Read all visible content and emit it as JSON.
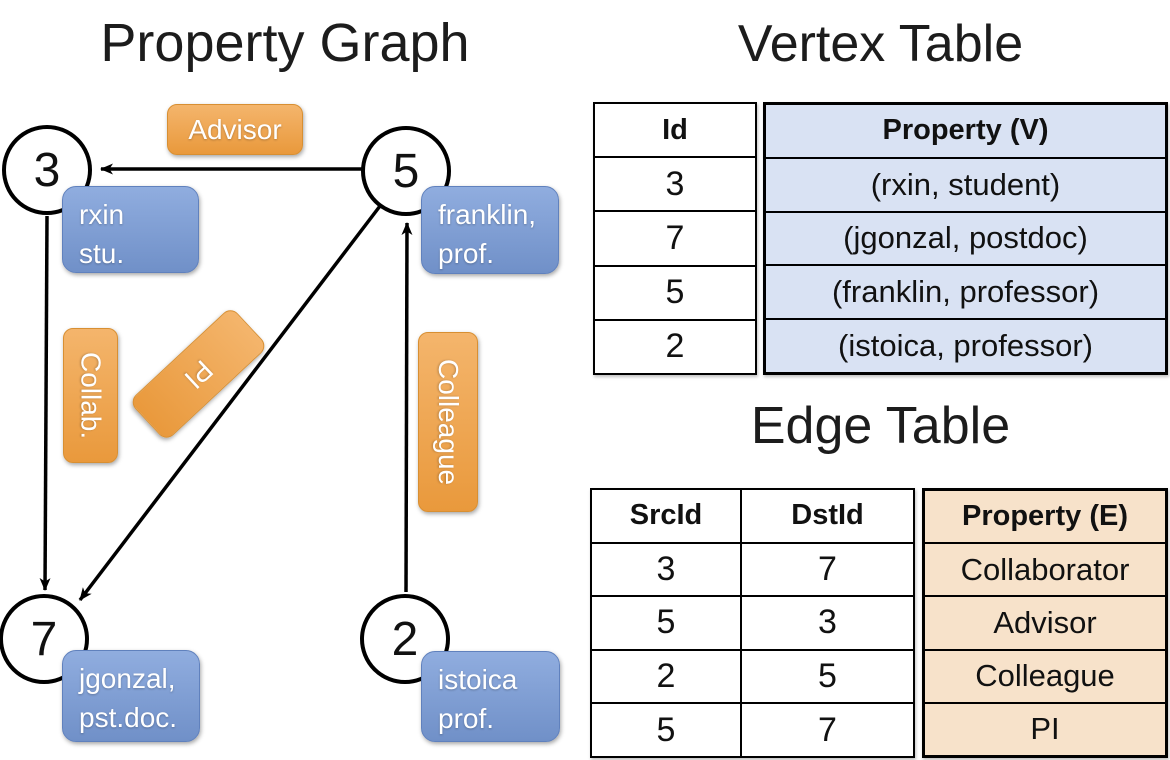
{
  "titles": {
    "graph": "Property Graph",
    "vertex": "Vertex Table",
    "edge": "Edge Table"
  },
  "graph": {
    "nodes": [
      {
        "id": "3",
        "prop": [
          "rxin",
          "stu."
        ]
      },
      {
        "id": "5",
        "prop": [
          "franklin,",
          "prof."
        ]
      },
      {
        "id": "7",
        "prop": [
          "jgonzal,",
          "pst.doc."
        ]
      },
      {
        "id": "2",
        "prop": [
          "istoica",
          "prof."
        ]
      }
    ],
    "edge_labels": {
      "advisor": "Advisor",
      "collab": "Collab.",
      "pi": "PI",
      "colleague": "Colleague"
    }
  },
  "vertex_table": {
    "columns": {
      "id": "Id",
      "property": "Property (V)"
    },
    "rows": [
      {
        "id": "3",
        "property": "(rxin, student)"
      },
      {
        "id": "7",
        "property": "(jgonzal, postdoc)"
      },
      {
        "id": "5",
        "property": "(franklin, professor)"
      },
      {
        "id": "2",
        "property": "(istoica, professor)"
      }
    ]
  },
  "edge_table": {
    "columns": {
      "src": "SrcId",
      "dst": "DstId",
      "property": "Property (E)"
    },
    "rows": [
      {
        "src": "3",
        "dst": "7",
        "property": "Collaborator"
      },
      {
        "src": "5",
        "dst": "3",
        "property": "Advisor"
      },
      {
        "src": "2",
        "dst": "5",
        "property": "Colleague"
      },
      {
        "src": "5",
        "dst": "7",
        "property": "PI"
      }
    ]
  },
  "colors": {
    "edge_label_fill_top": "#F4B56C",
    "edge_label_fill_bottom": "#E9993C",
    "vertex_box_fill_top": "#90ADDF",
    "vertex_box_fill_bottom": "#7090C8",
    "vertex_cell_fill": "#D9E2F3",
    "edge_cell_fill": "#F7E2CA",
    "line_color": "#000000"
  }
}
